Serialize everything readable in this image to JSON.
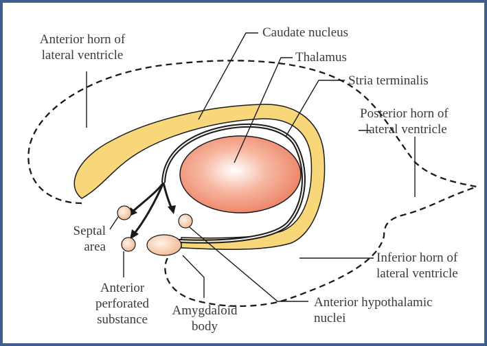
{
  "labels": {
    "anterior_horn_line1": "Anterior horn of",
    "anterior_horn_line2": "lateral ventricle",
    "caudate_nucleus": "Caudate nucleus",
    "thalamus": "Thalamus",
    "stria_terminalis": "Stria terminalis",
    "posterior_horn_line1": "Posterior horn of",
    "posterior_horn_line2": "lateral ventricle",
    "septal_line1": "Septal",
    "septal_line2": "area",
    "inferior_horn_line1": "Inferior horn of",
    "inferior_horn_line2": "lateral ventricle",
    "anterior_perforated_line1": "Anterior",
    "anterior_perforated_line2": "perforated",
    "anterior_perforated_line3": "substance",
    "amygdaloid_line1": "Amygdaloid",
    "amygdaloid_line2": "body",
    "hypothalamic_line1": "Anterior hypothalamic",
    "hypothalamic_line2": "nuclei"
  },
  "colors": {
    "frame": "#3f5f8f",
    "caudate_fill": "#f8d77a",
    "thalamus_fill": "#ec7f63",
    "nucleus_fill": "#f6c9a8",
    "outline": "#1a1a1a",
    "text": "#3a3a3a"
  }
}
